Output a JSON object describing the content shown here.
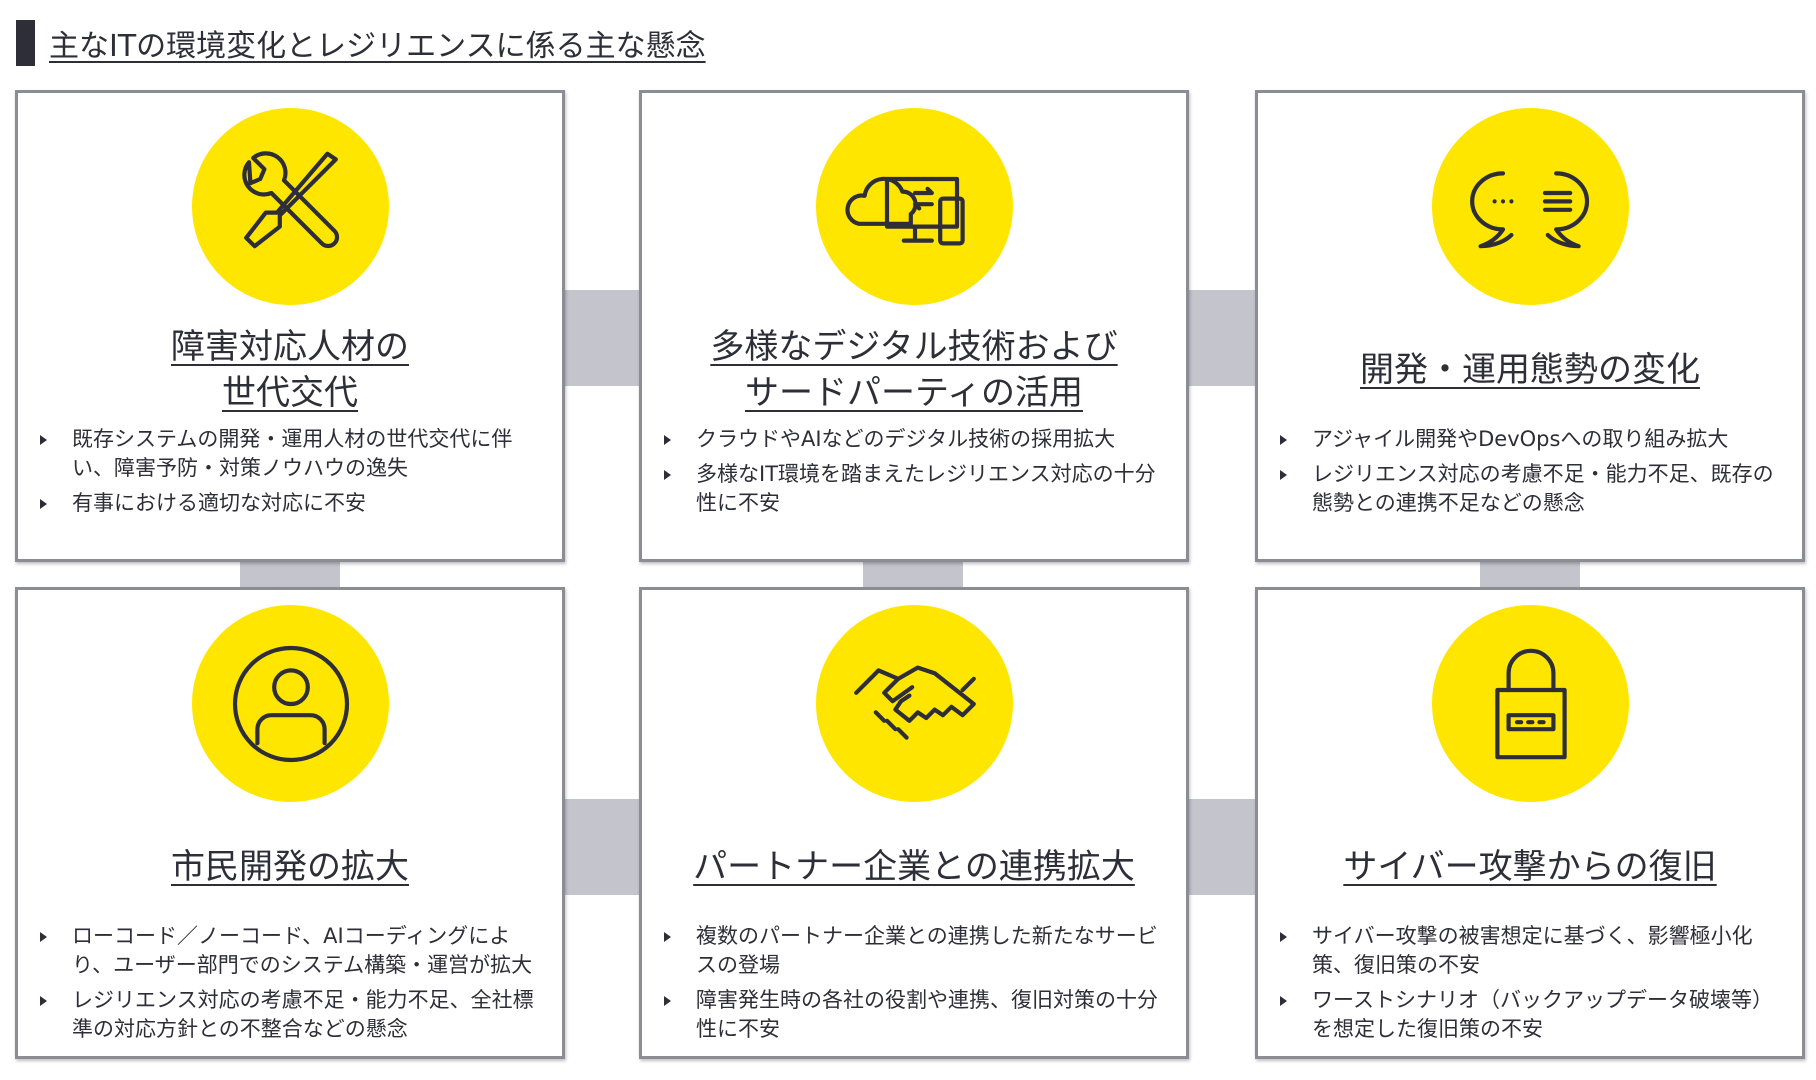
{
  "title": "主なITの環境変化とレジリエンスに係る主な懸念",
  "cards": [
    {
      "icon": "tools-icon",
      "heading_lines": [
        "障害対応人材の",
        "世代交代"
      ],
      "bullets": [
        "既存システムの開発・運用人材の世代交代に伴い、障害予防・対策ノウハウの逸失",
        "有事における適切な対応に不安"
      ]
    },
    {
      "icon": "cloud-devices-icon",
      "heading_lines": [
        "多様なデジタル技術および",
        "サードパーティの活用"
      ],
      "bullets": [
        "クラウドやAIなどのデジタル技術の採用拡大",
        "多様なIT環境を踏まえたレジリエンス対応の十分性に不安"
      ]
    },
    {
      "icon": "chat-bubbles-icon",
      "heading_lines": [
        "開発・運用態勢の変化"
      ],
      "bullets": [
        "アジャイル開発やDevOpsへの取り組み拡大",
        "レジリエンス対応の考慮不足・能力不足、既存の態勢との連携不足などの懸念"
      ]
    },
    {
      "icon": "user-icon",
      "heading_lines": [
        "市民開発の拡大"
      ],
      "bullets": [
        "ローコード／ノーコード、AIコーディングにより、ユーザー部門でのシステム構築・運営が拡大",
        "レジリエンス対応の考慮不足・能力不足、全社標準の対応方針との不整合などの懸念"
      ]
    },
    {
      "icon": "handshake-icon",
      "heading_lines": [
        "パートナー企業との連携拡大"
      ],
      "bullets": [
        "複数のパートナー企業との連携した新たなサービスの登場",
        "障害発生時の各社の役割や連携、復旧対策の十分性に不安"
      ]
    },
    {
      "icon": "lock-icon",
      "heading_lines": [
        "サイバー攻撃からの復旧"
      ],
      "bullets": [
        "サイバー攻撃の被害想定に基づく、影響極小化策、復旧策の不安",
        "ワーストシナリオ（バックアップデータ破壊等）を想定した復旧策の不安"
      ]
    }
  ],
  "colors": {
    "accent": "#ffe600",
    "text": "#2e2e38",
    "connector": "#c4c4cd",
    "border": "#8c8c94"
  }
}
